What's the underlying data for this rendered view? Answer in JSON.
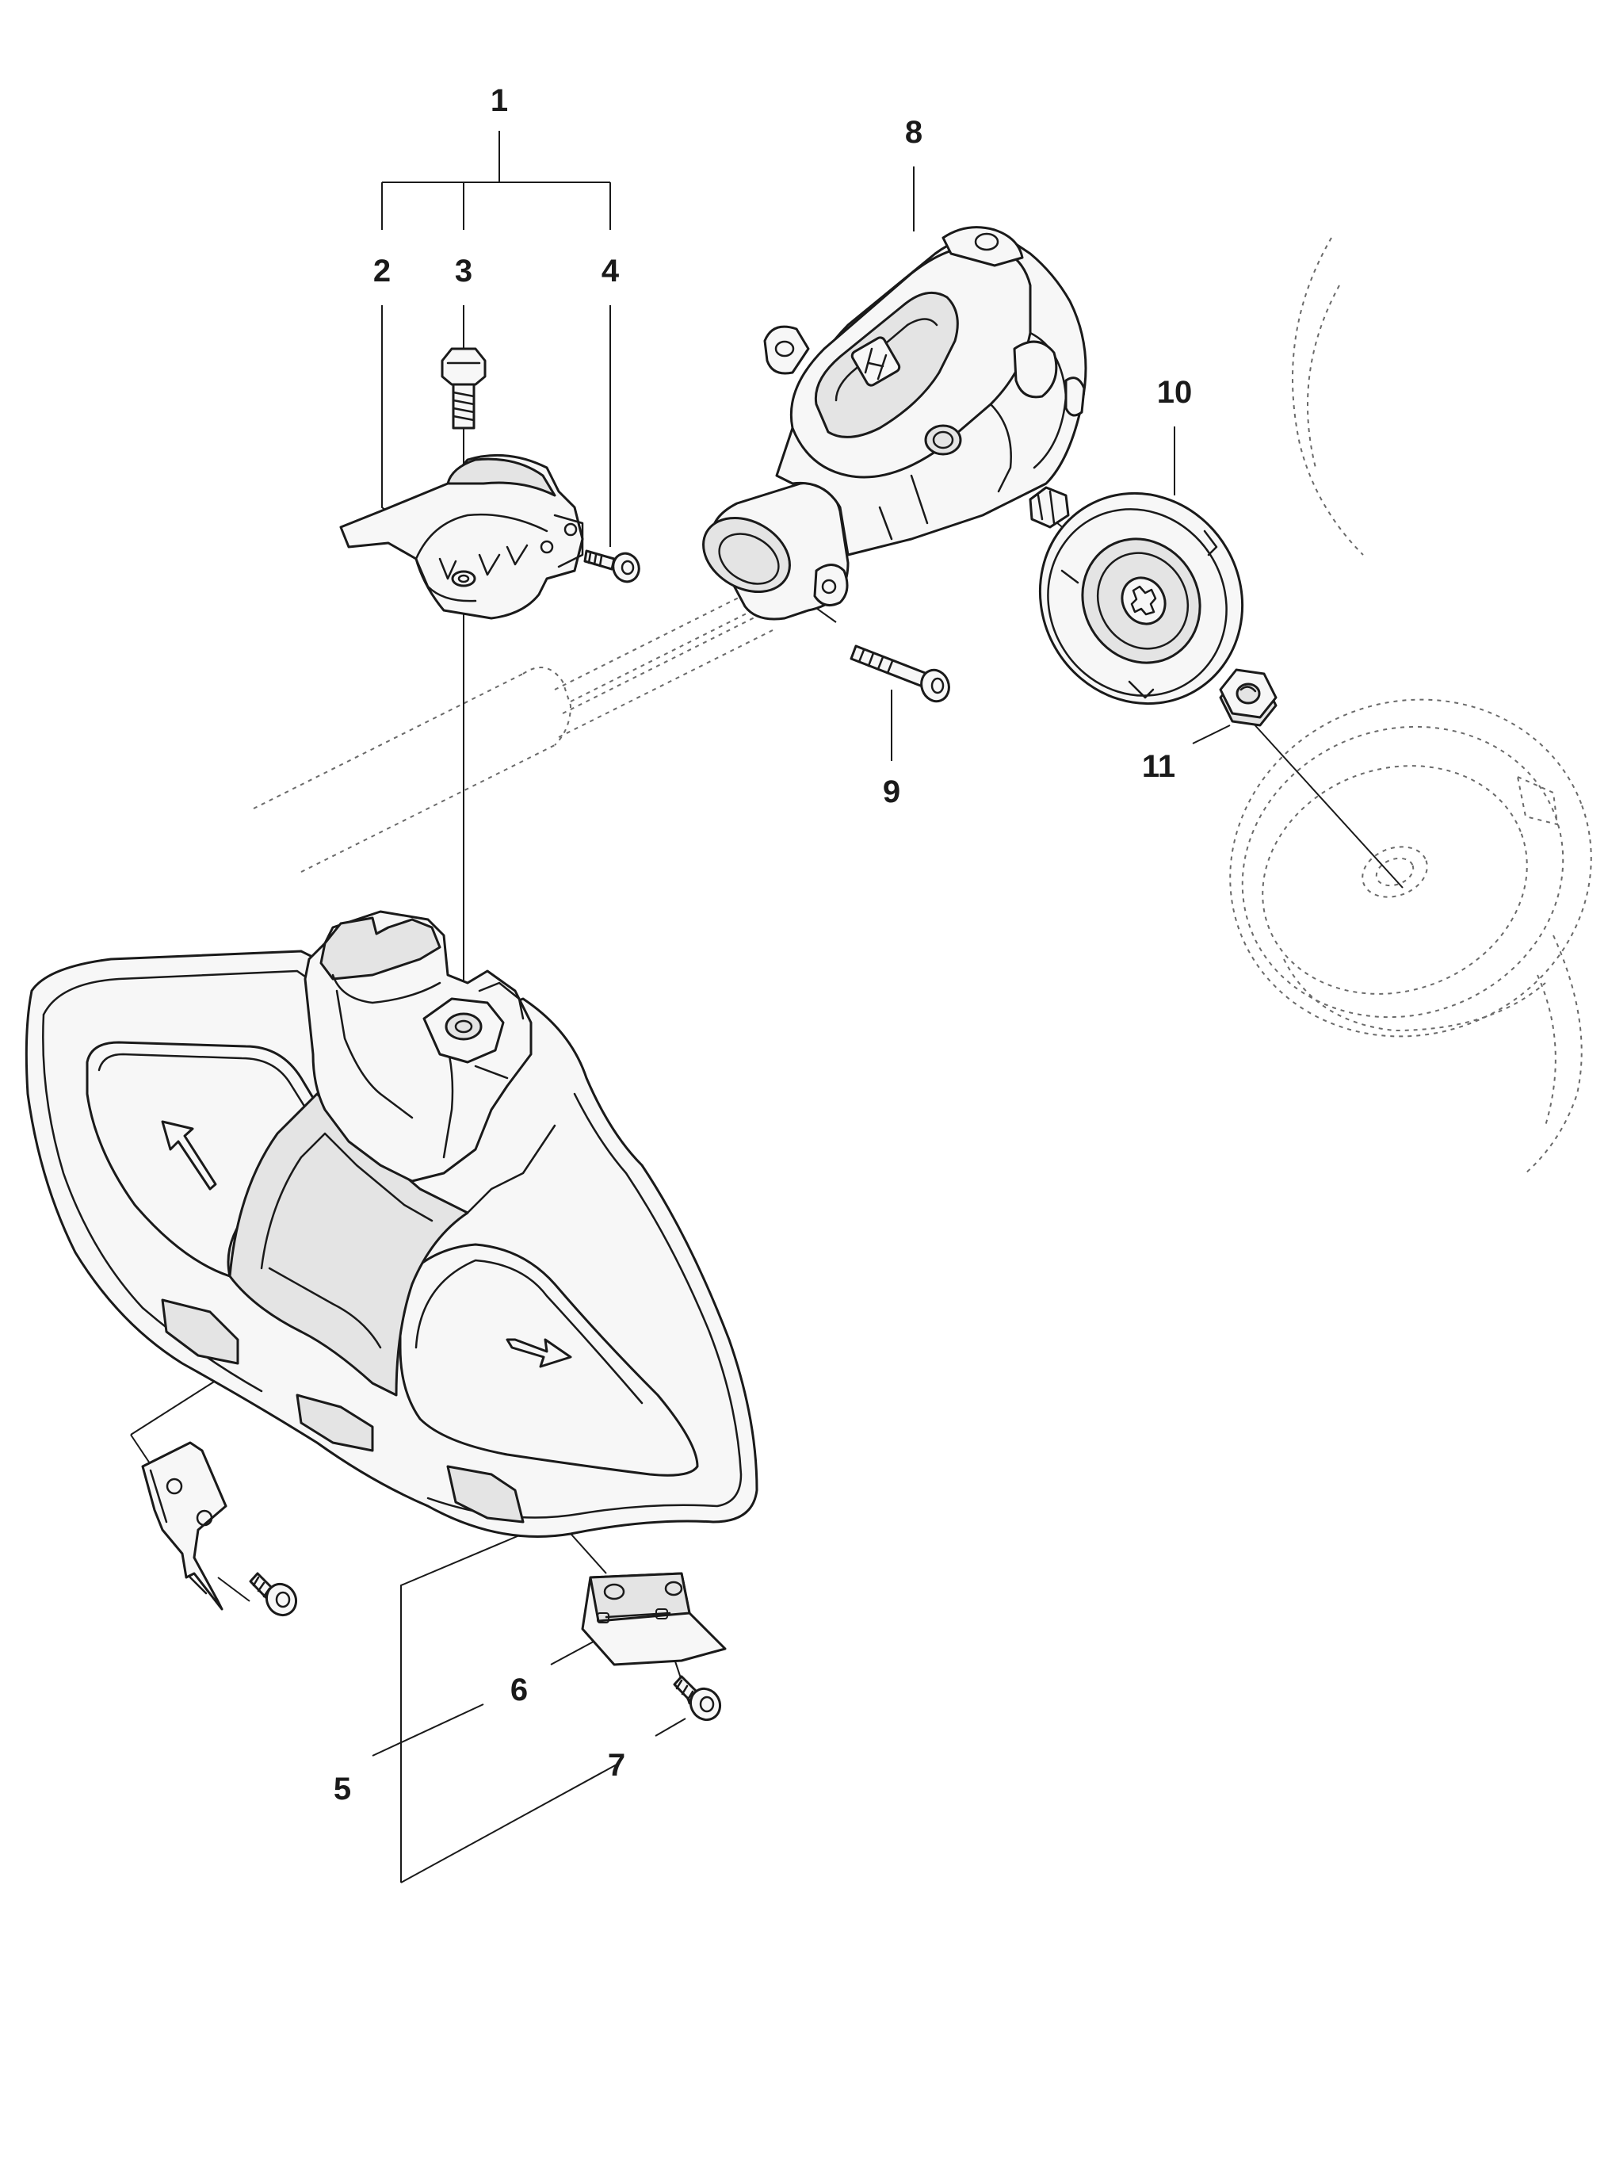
{
  "callouts": {
    "c1": "1",
    "c2": "2",
    "c3": "3",
    "c4": "4",
    "c5": "5",
    "c6": "6",
    "c7": "7",
    "c8": "8",
    "c9": "9",
    "c10": "10",
    "c11": "11"
  },
  "icons": {
    "brand_logo": "husqvarna-crown-logo",
    "rotation_arrows": "arrow-icon"
  },
  "colors": {
    "line": "#1a1a1a",
    "ghost_line": "#6a6a6a",
    "background": "#ffffff"
  }
}
